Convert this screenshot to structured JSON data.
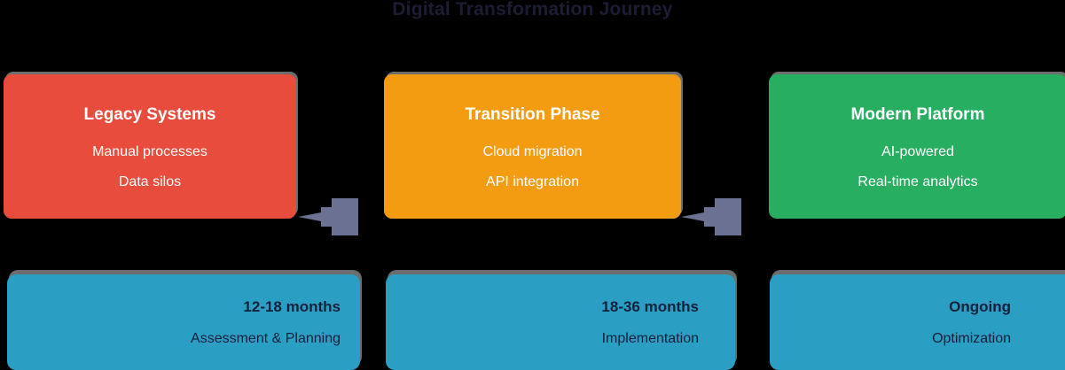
{
  "title": "Digital Transformation Journey",
  "colors": {
    "background": "#000000",
    "title_text": "#1c1c33",
    "legacy": "#e74c3c",
    "transition": "#f39c12",
    "modern": "#27ae60",
    "timeline": "#2b9ec4",
    "timeline_text": "#13203a",
    "arrow": "#6b7192",
    "shadow": "#808080"
  },
  "stages": [
    {
      "id": "legacy",
      "title": "Legacy Systems",
      "details": [
        "Manual processes",
        "Data silos"
      ],
      "color": "#e74c3c"
    },
    {
      "id": "transition",
      "title": "Transition Phase",
      "details": [
        "Cloud migration",
        "API integration"
      ],
      "color": "#f39c12"
    },
    {
      "id": "modern",
      "title": "Modern Platform",
      "details": [
        "AI-powered",
        "Real-time analytics"
      ],
      "color": "#27ae60"
    }
  ],
  "connectors": [
    {
      "id": "connector-1",
      "icon": "left-arrow-icon",
      "direction": "left"
    },
    {
      "id": "connector-2",
      "icon": "left-arrow-icon",
      "direction": "left"
    }
  ],
  "timeline": [
    {
      "id": "assessment",
      "duration": "12-18 months",
      "activity": "Assessment & Planning"
    },
    {
      "id": "implementation",
      "duration": "18-36 months",
      "activity": "Implementation"
    },
    {
      "id": "optimization",
      "duration": "Ongoing",
      "activity": "Optimization"
    }
  ]
}
